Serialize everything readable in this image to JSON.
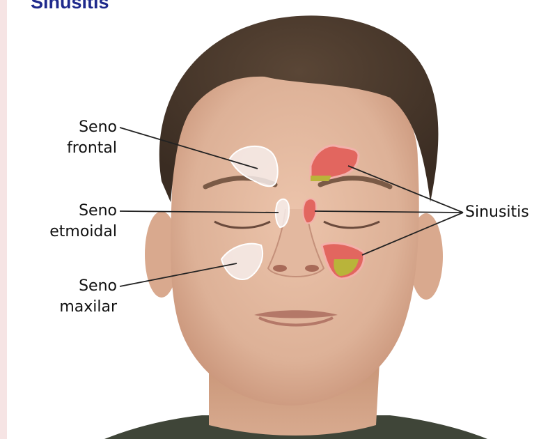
{
  "title": "Sinusitis",
  "labels": {
    "frontal": [
      "Seno",
      "frontal"
    ],
    "etmoidal": [
      "Seno",
      "etmoidal"
    ],
    "maxilar": [
      "Seno",
      "maxilar"
    ],
    "sinusitis": "Sinusitis"
  },
  "colors": {
    "title": "#1f2a8c",
    "leader_line": "#222222",
    "healthy_sinus": "#f6ecea",
    "inflamed_sinus": "#e2665f",
    "mucus": "#b9b43a",
    "skin": "#e2b69d",
    "hair": "#4a3a2e"
  },
  "icons": [
    "human-face-illustration",
    "sinus-overlay"
  ]
}
